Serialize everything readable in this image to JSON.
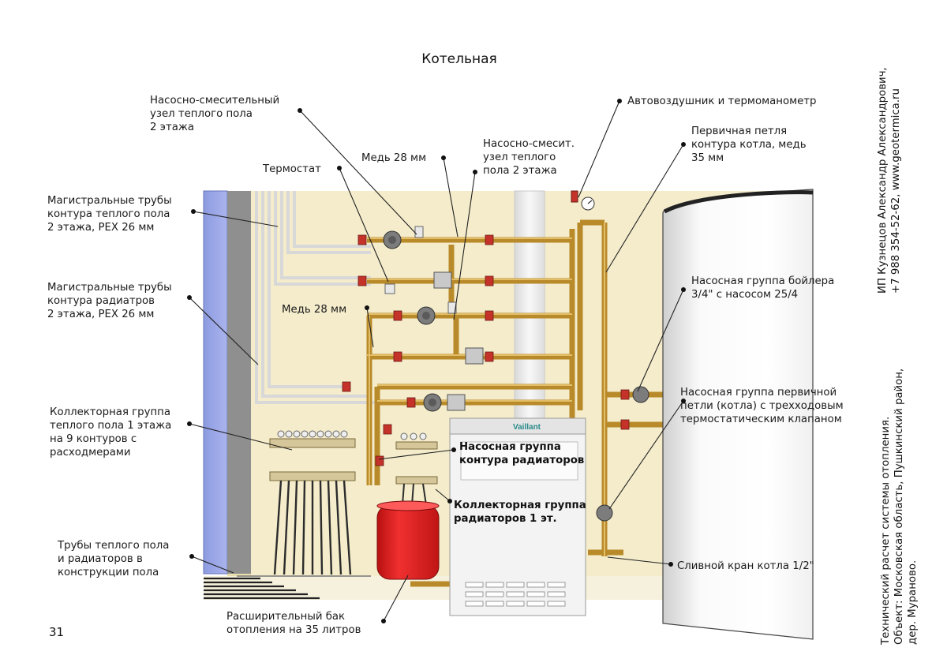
{
  "title": "Котельная",
  "page_number": "31",
  "labels": [
    {
      "id": "mixing-unit-2floor",
      "lines": [
        "Насосно-смесительный",
        "узел теплого пола",
        "2 этажа"
      ]
    },
    {
      "id": "copper-28-top",
      "lines": [
        "Медь 28 мм"
      ]
    },
    {
      "id": "mixing-unit-short",
      "lines": [
        "Насосно-смесит.",
        "узел теплого",
        "пола 2 этажа"
      ]
    },
    {
      "id": "thermostat",
      "lines": [
        "Термостат"
      ]
    },
    {
      "id": "air-vent",
      "lines": [
        "Автовоздушник и термоманометр"
      ]
    },
    {
      "id": "primary-loop",
      "lines": [
        "Первичная петля",
        "контура котла, медь",
        "35 мм"
      ]
    },
    {
      "id": "floor-mains-2floor",
      "lines": [
        "Магистральные трубы",
        "контура теплого пола",
        "2 этажа, PEX 26 мм"
      ]
    },
    {
      "id": "radiator-mains-2floor",
      "lines": [
        "Магистральные трубы",
        "контура радиатров",
        "2 этажа, PEX 26 мм"
      ]
    },
    {
      "id": "copper-28-mid",
      "lines": [
        "Медь 28 мм"
      ]
    },
    {
      "id": "boiler-pump-group",
      "lines": [
        "Насосная группа бойлера",
        "3/4\" с насосом 25/4"
      ]
    },
    {
      "id": "primary-pump-group",
      "lines": [
        "Насосная группа первичной",
        "петли (котла) с трехходовым",
        "термостатическим клапаном"
      ]
    },
    {
      "id": "floor-manifold-1",
      "lines": [
        "Коллекторная группа",
        "теплого пола 1 этажа",
        "на 9 контуров с",
        "расходмерами"
      ]
    },
    {
      "id": "radiator-pump-group",
      "lines": [
        "Насосная группа",
        "контура радиаторов"
      ],
      "bold": true
    },
    {
      "id": "radiator-manifold-1",
      "lines": [
        "Коллекторная группа",
        "радиаторов 1 эт."
      ],
      "bold": true
    },
    {
      "id": "floor-pipes",
      "lines": [
        "Трубы теплого пола",
        "и радиаторов в",
        "конструкции пола"
      ]
    },
    {
      "id": "drain-valve",
      "lines": [
        "Сливной кран котла 1/2\""
      ]
    },
    {
      "id": "expansion-tank",
      "lines": [
        "Расширительный бак",
        "отопления на 35 литров"
      ]
    }
  ],
  "boiler_brand": "Vaillant",
  "sidebar_author": [
    "ИП Кузнецов Александр Александрович,",
    "+7 988 354-52-62,  www.geotermica.ru"
  ],
  "sidebar_project": [
    "Технический расчет системы отопления.",
    "Объект: Московская область, Пушкинский район,",
    "дер. Мураново."
  ],
  "colors": {
    "wall": "#f4eccb",
    "wall_shadow": "#e9dfae",
    "column_blue": "#9aa7e6",
    "column_grey": "#8f8f8f",
    "copper": "#b98a2a",
    "tank_red": "#e02020",
    "boiler_body": "#f3f3f3",
    "chimney": "#eeeeee"
  }
}
